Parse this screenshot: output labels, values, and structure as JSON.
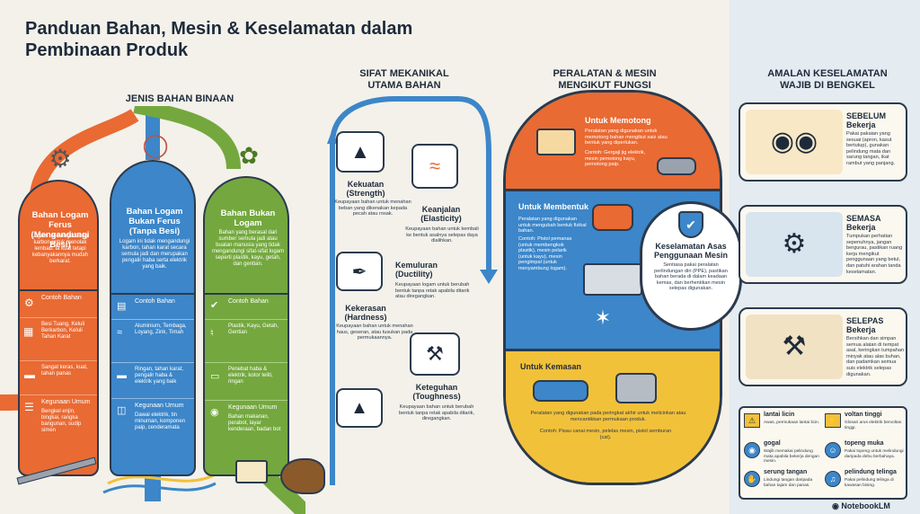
{
  "title": "Panduan Bahan, Mesin & Keselamatan dalam Pembinaan Produk",
  "materials": {
    "heading": "JENIS BAHAN BINAAN",
    "columns": [
      {
        "name": "Bahan Logam Ferus (Mengandungi Besi)",
        "desc": "Logam ini mengandungi karbon untuk menolak lembab. Ia kuat tetapi kebanyakannya mudah berkarat.",
        "rows": [
          {
            "label": "Contoh Bahan",
            "text": "Besi Tuang, Keluli Berkarbon, Keluli Tahan Karat"
          },
          {
            "label": "",
            "text": "Sangat keras, kuat, tahan panas"
          },
          {
            "label": "Kegunaan Umum",
            "text": "Bengkel enjin, bingkai, rangka bangunan, sudip simen"
          }
        ]
      },
      {
        "name": "Bahan Logam Bukan Ferus (Tanpa Besi)",
        "desc": "Logam ini tidak mengandungi karbon, tahan karat secara semula jadi dan merupakan pengalir haba serta elektrik yang baik.",
        "rows": [
          {
            "label": "Contoh Bahan",
            "text": "Aluminium, Tembaga, Loyang, Zink, Timah"
          },
          {
            "label": "",
            "text": "Ringan, tahan karat, pengalir haba & elektrik yang baik"
          },
          {
            "label": "Kegunaan Umum",
            "text": "Dawai elektrik, tin minuman, komponen paip, cenderamata"
          }
        ]
      },
      {
        "name": "Bahan Bukan Logam",
        "desc": "Bahan yang berasal dari sumber semula jadi atau buatan manusia yang tidak mengandungi sifat-sifat logam seperti plastik, kayu, getah, dan gentian.",
        "rows": [
          {
            "label": "Contoh Bahan",
            "text": "Plastik, Kayu, Getah, Gentian"
          },
          {
            "label": "",
            "text": "Penebat haba & elektrik, kotor teliti, ringan"
          },
          {
            "label": "Kegunaan Umum",
            "text": "Bahan makanan, perabot, layar kenderaan, badan bot"
          }
        ]
      }
    ]
  },
  "properties": {
    "heading": "SIFAT MEKANIKAL UTAMA BAHAN",
    "items": [
      {
        "name": "Kekuatan (Strength)",
        "desc": "Keupayaan bahan untuk menahan beban yang dikenakan kepada pecah atau rosak."
      },
      {
        "name": "Keanjalan (Elasticity)",
        "desc": "Keupayaan bahan untuk kembali ke bentuk asalnya selepas daya dialihkan."
      },
      {
        "name": "Kemuluran (Ductility)",
        "desc": "Keupayaan logam untuk berubah bentuk tanpa retak apabila ditarik atau diregangkan."
      },
      {
        "name": "Kekerasan (Hardness)",
        "desc": "Keupayaan bahan untuk menahan haus, geseran, atau tusukan pada permukaannya."
      },
      {
        "name": "Keteguhan (Toughness)",
        "desc": "Keupayaan bahan untuk berubah bentuk tanpa retak apabila ditarik, diregangkan."
      }
    ]
  },
  "machines": {
    "heading": "PERALATAN & MESIN MENGIKUT FUNGSI",
    "cut": {
      "title": "Untuk Memotong",
      "desc": "Peralatan yang digunakan untuk memotong bahan mengikut saiz atau bentuk yang diperlukan.",
      "example": "Contoh: Gergaji jig elektrik, mesin pemotong kayu, pemotong paip."
    },
    "form": {
      "title": "Untuk Membentuk",
      "desc": "Peralatan yang digunakan untuk mengubah bentuk fizikal bahan.",
      "example": "Contoh: Pistol pemanas (untuk membengkok plastik), mesin pelarik (untuk kayu), mesin pengimpal (untuk menyambung logam)."
    },
    "pack": {
      "title": "Untuk Kemasan",
      "desc": "Peralatan yang digunakan pada peringkat akhir untuk melicinkan atau mencantikkan permukaan produk.",
      "example": "Contoh: Pisau canai mesin, pelelas mesin, pistol semburan (cat)."
    },
    "safety": {
      "title": "Keselamatan Asas Penggunaan Mesin",
      "desc": "Sentiasa pakai peralatan perlindungan diri (PPE), pastikan bahan berada di dalam keadaan kemas, dan berhentikan mesin selepas digunakan."
    }
  },
  "safety": {
    "heading": "AMALAN KESELAMATAN WAJIB DI BENGKEL",
    "steps": [
      {
        "title": "SEBELUM Bekerja",
        "desc": "Pakai pakaian yang sesuai (apron, kasut bertutup), gunakan pelindung mata dan sarung tangan, ikat rambut yang panjang."
      },
      {
        "title": "SEMASA Bekerja",
        "desc": "Tumpukan perhatian sepenuhnya, jangan bergurau, pastikan ruang kerja mengikut penggunaan yang betul, dan patuhi arahan tanda keselamatan."
      },
      {
        "title": "SELEPAS Bekerja",
        "desc": "Bersihkan dan simpan semua alatan di tempat asal, keringkan tumpahan minyak atau alas buhan, dan padamkan semua suis elektrik selepas digunakan."
      }
    ],
    "hazards": [
      {
        "title": "lantai licin",
        "desc": "Awas, permukaan lantai licin."
      },
      {
        "title": "voltan tinggi",
        "desc": "Glosari arus elektrik bervoltan tinggi."
      },
      {
        "title": "gogal",
        "desc": "Wajib memakai pelindung mata apabila bekerja dengan mesin."
      },
      {
        "title": "topeng muka",
        "desc": "Pakai topeng untuk melindungi daripada debu berbahaya."
      },
      {
        "title": "serung tangan",
        "desc": "Lindungi tangan daripada bahan tajam dan panas."
      },
      {
        "title": "pelindung telinga",
        "desc": "Pakai pelindung telinga di kawasan bising."
      }
    ]
  },
  "brand": "NotebookLM",
  "colors": {
    "orange": "#e96a33",
    "blue": "#3c86c9",
    "green": "#74a83e",
    "yellow": "#f2c13a",
    "navy": "#1d2a3a"
  }
}
